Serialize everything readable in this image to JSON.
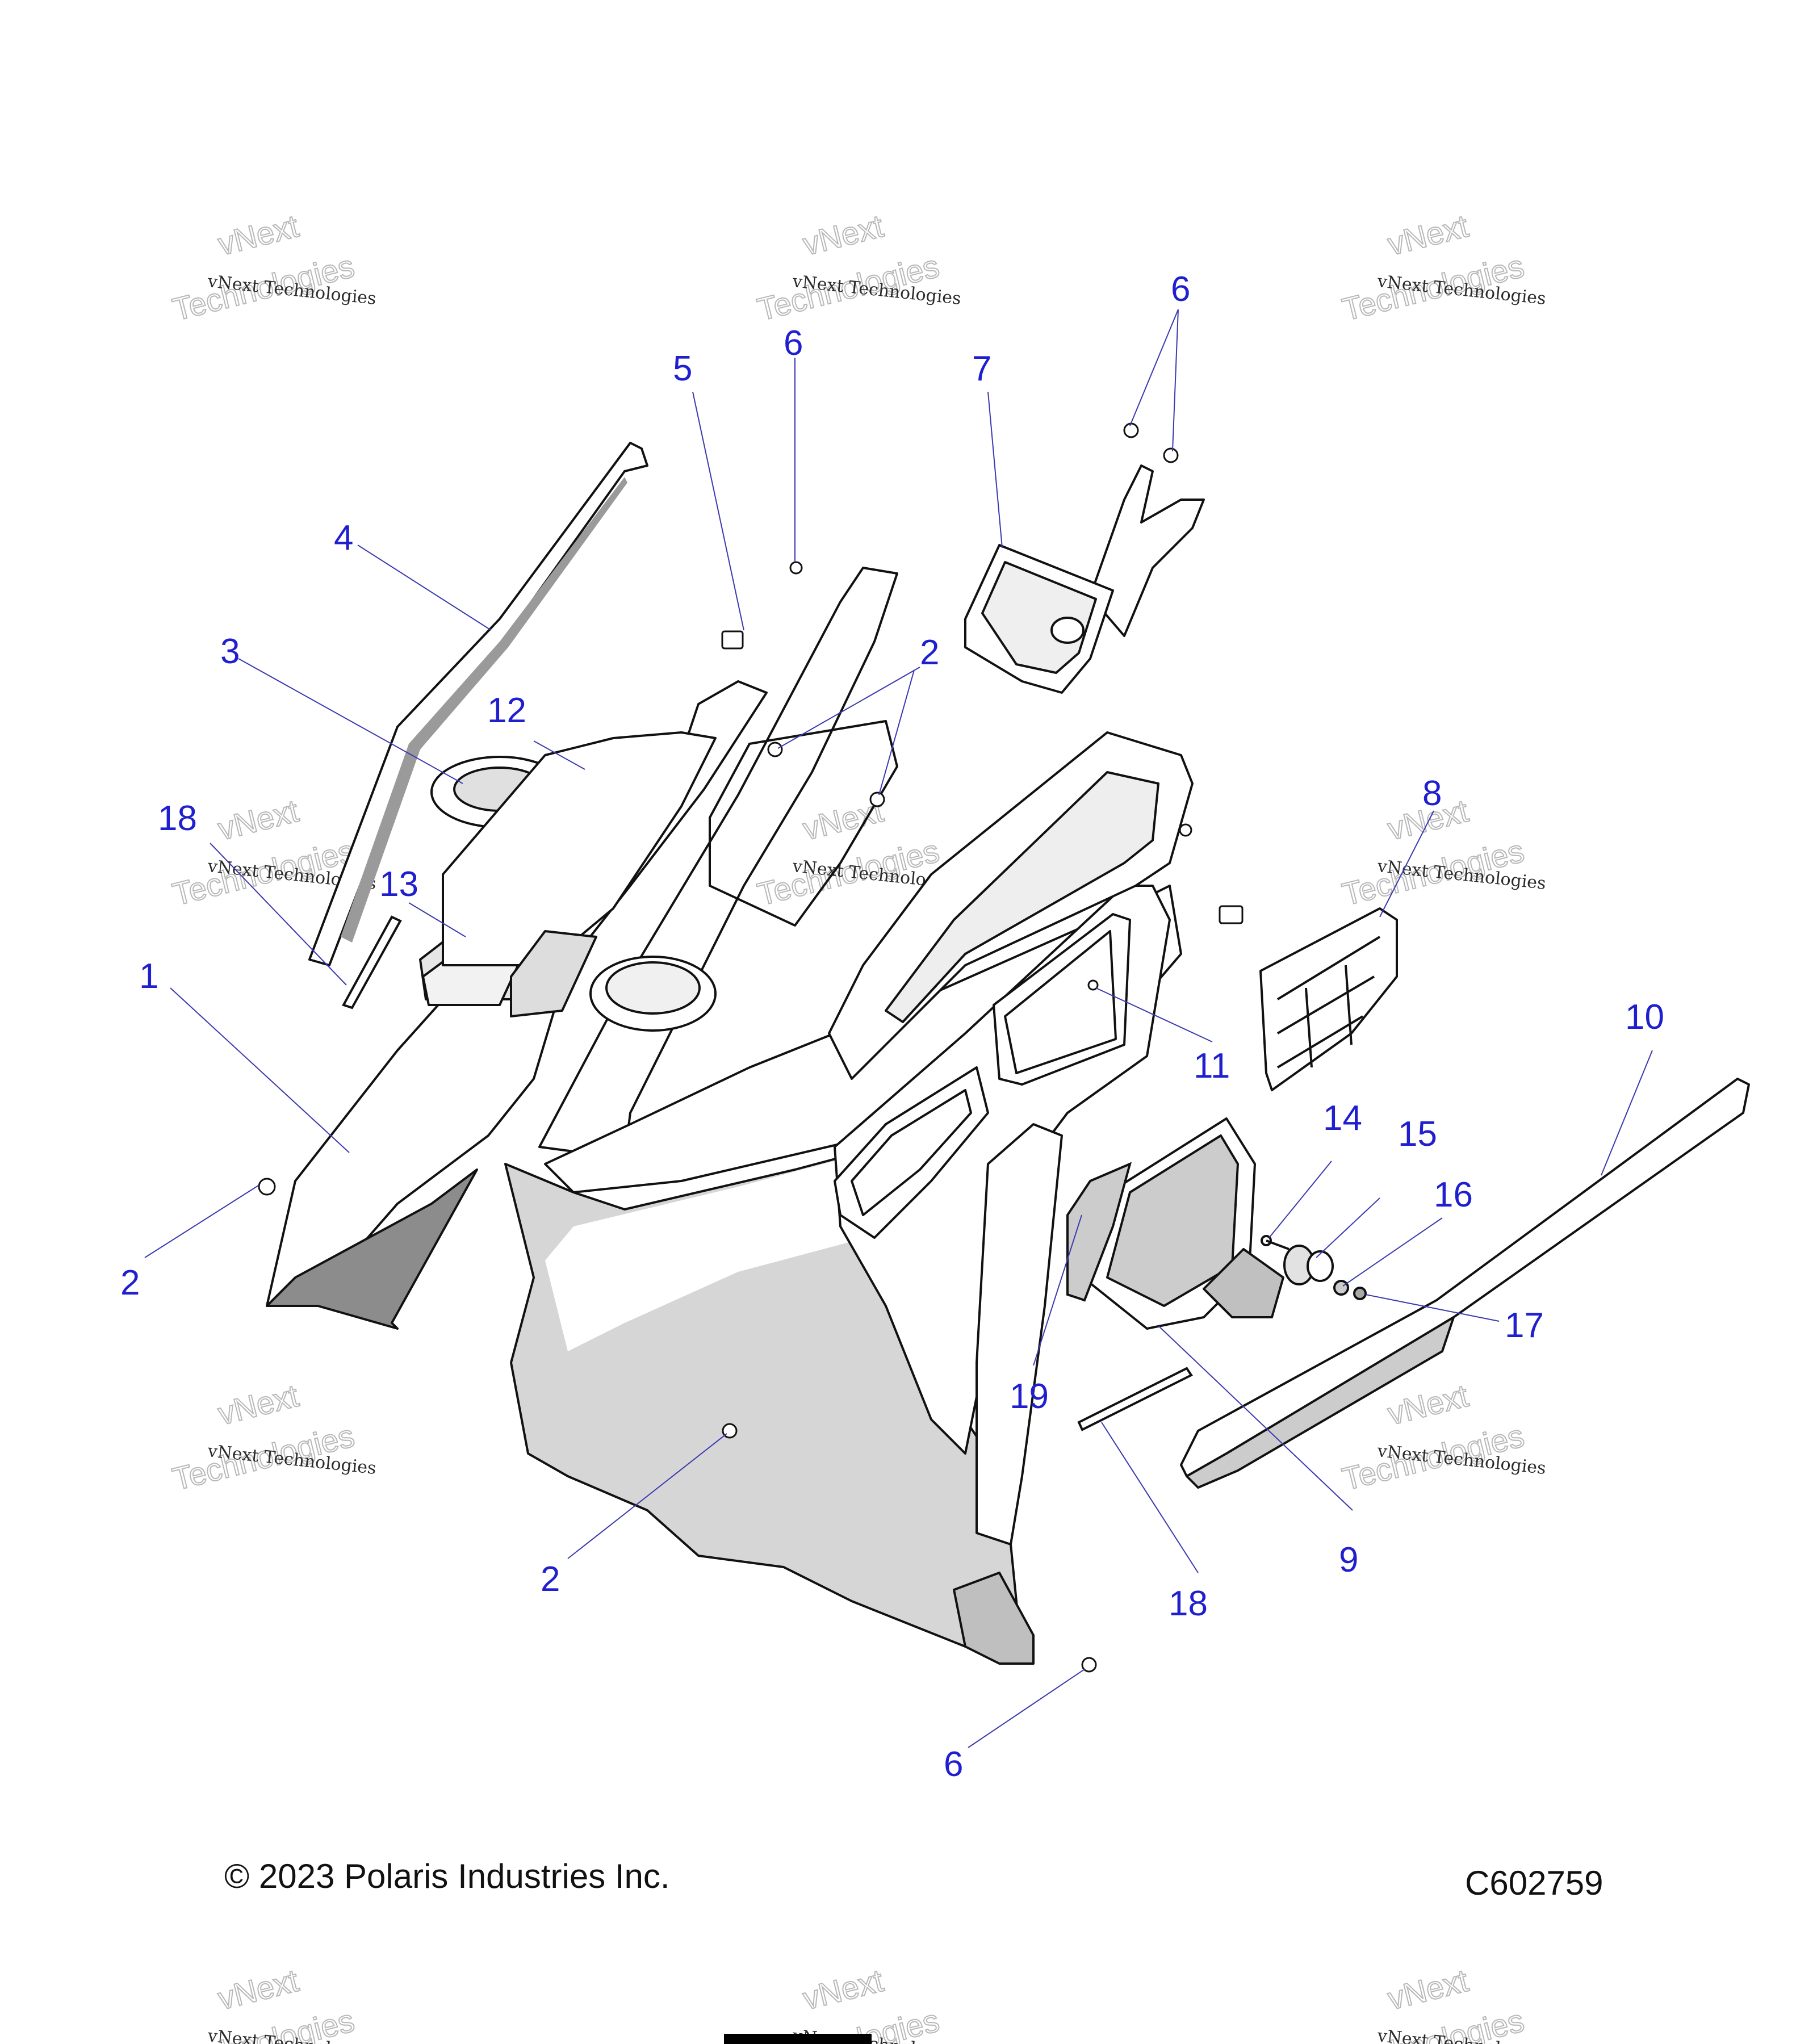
{
  "diagram": {
    "callout_color": "#1f1fcf",
    "callouts": [
      "1",
      "2",
      "3",
      "4",
      "5",
      "6",
      "7",
      "8",
      "9",
      "10",
      "11",
      "12",
      "13",
      "14",
      "15",
      "16",
      "17",
      "18",
      "19"
    ],
    "watermark_line1": "vNext Technologies",
    "watermark_line2": "vNext",
    "watermark_line3": "Technologies"
  },
  "footer": {
    "copyright": "© 2023 Polaris Industries Inc.",
    "code": "C602759"
  }
}
